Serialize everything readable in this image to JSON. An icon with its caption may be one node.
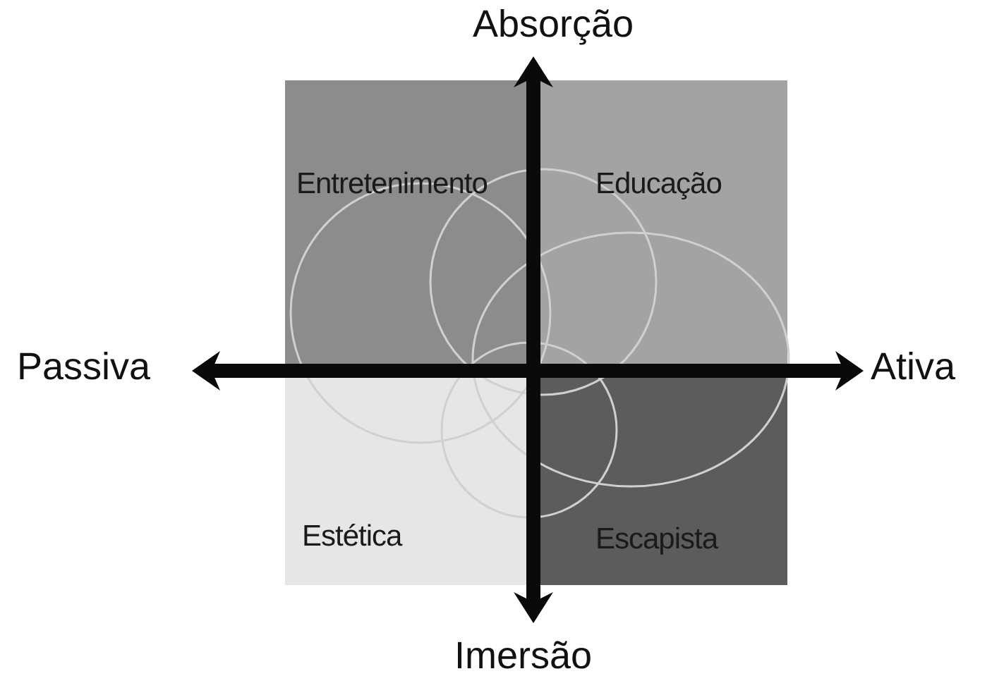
{
  "diagram": {
    "nodes": [
      {
        "text": [
          "Entretenimento"
        ]
      },
      {
        "text": [
          "Educação"
        ]
      },
      {
        "text": [
          "Estética"
        ]
      },
      {
        "text": [
          "Escapista"
        ]
      }
    ],
    "labels": [
      "Absorção",
      "Passiva",
      "Ativa",
      "Imersão"
    ]
  }
}
